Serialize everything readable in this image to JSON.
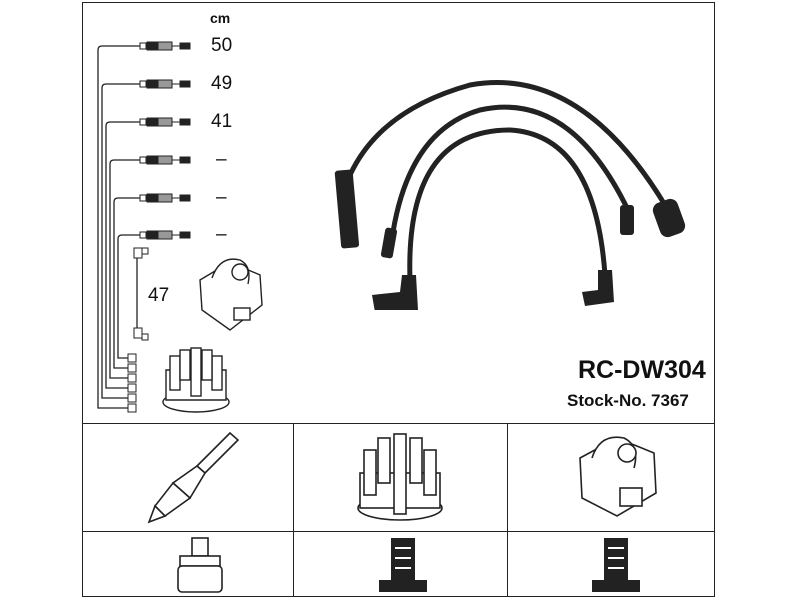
{
  "unit_label": "cm",
  "lengths": [
    "50",
    "49",
    "41",
    "–",
    "–",
    "–"
  ],
  "coil_lead_length": "47",
  "part_number": "RC-DW304",
  "stock_label": "Stock-No. 7367",
  "components": [
    "spark-plug",
    "distributor-cap",
    "ignition-coil"
  ]
}
